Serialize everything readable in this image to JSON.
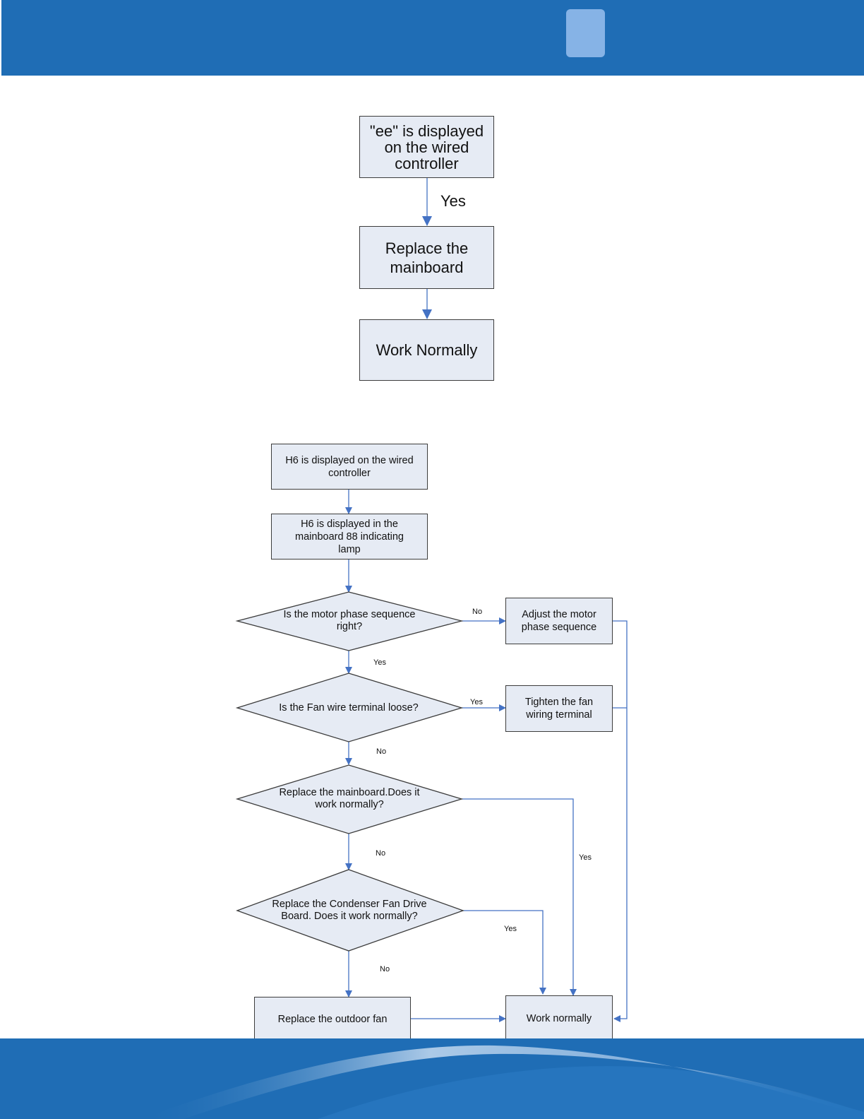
{
  "colors": {
    "header_blue": "#1f6db5",
    "header_tab": "#86b3e6",
    "box_fill": "#e6ebf4",
    "connector": "#4472c4"
  },
  "flowchart_ee": {
    "start": "\"ee\"  is displayed on the wired controller",
    "yes_label": "Yes",
    "step_replace": "Replace the mainboard",
    "end": "Work Normally"
  },
  "flowchart_h6": {
    "start": "H6 is displayed on the wired controller",
    "indicator": "H6 is displayed in the mainboard 88 indicating lamp",
    "q_phase": "Is the motor phase sequence right?",
    "q_phase_no": "No",
    "q_phase_yes": "Yes",
    "adjust_phase": "Adjust the motor phase sequence",
    "q_terminal": "Is the Fan wire terminal loose?",
    "q_terminal_yes": "Yes",
    "q_terminal_no": "No",
    "tighten": "Tighten the fan wiring terminal",
    "q_mainboard": "Replace the mainboard.Does it work normally?",
    "q_mainboard_no": "No",
    "q_mainboard_yes": "Yes",
    "q_driveboard": "Replace the Condenser Fan Drive Board. Does it work normally?",
    "q_driveboard_yes": "Yes",
    "q_driveboard_no": "No",
    "replace_fan": "Replace the outdoor fan",
    "end": "Work normally"
  }
}
